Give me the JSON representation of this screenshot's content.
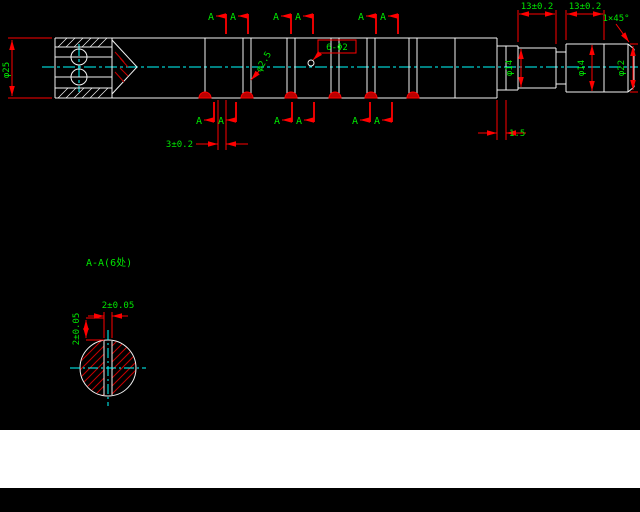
{
  "app": {
    "type": "cad-drawing-viewport"
  },
  "colors": {
    "background": "#000000",
    "outline": "#f2f2f2",
    "dimension": "#ff0000",
    "dim_text": "#00e600",
    "centerline": "#00ffff",
    "hatch": "#c80000",
    "panel": "#ffffff"
  },
  "drawing": {
    "front_view": {
      "labels": {
        "dia_overall": "φ25",
        "section_marker": "A",
        "hole_callout": "6-Φ2",
        "groove_dia": "φ2.5",
        "groove_width": "3±0.2",
        "relief_width": "1.5",
        "length_left": "13±0.2",
        "length_right": "13±0.2",
        "chamfer": "1×45°",
        "dia_14_left": "φ14",
        "dia_14_right": "φ14",
        "dia_22": "φ22"
      }
    },
    "section_view": {
      "title": "A-A(6处)",
      "slot_width": "2±0.05",
      "slot_depth": "2±0.05"
    }
  }
}
